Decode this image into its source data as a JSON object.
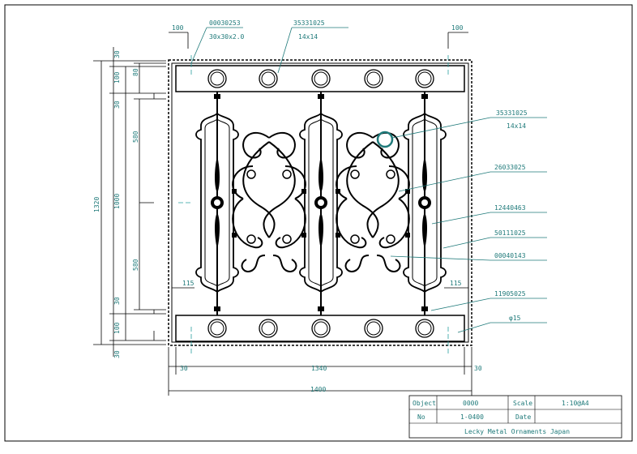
{
  "callouts": {
    "top_left_code": "00030253",
    "top_left_spec": "30x30x2.0",
    "top_mid_code": "35331025",
    "top_mid_spec": "14x14",
    "right_1_code": "35331025",
    "right_1_spec": "14x14",
    "right_2": "26033025",
    "right_3": "12440463",
    "right_4": "50111025",
    "right_5": "00040143",
    "right_6": "11905025",
    "right_7": "φ15"
  },
  "dims": {
    "top_left_offset": "100",
    "top_right_offset": "100",
    "left_30_top": "30",
    "left_100_top": "100",
    "left_80": "80",
    "left_30_mid_top": "30",
    "left_580_top": "580",
    "left_1000": "1000",
    "left_1320": "1320",
    "left_580_bottom": "580",
    "left_30_mid_bottom": "30",
    "left_100_bottom": "100",
    "left_30_bottom": "30",
    "inner_left_115": "115",
    "inner_right_115": "115",
    "bottom_30_left": "30",
    "bottom_1340": "1340",
    "bottom_30_right": "30",
    "bottom_1400": "1400"
  },
  "title_block": {
    "object_label": "Object",
    "object_value": "0000",
    "scale_label": "Scale",
    "scale_value": "1:10@A4",
    "no_label": "No",
    "no_value": "1-0400",
    "date_label": "Date",
    "date_value": "",
    "company": "Lecky Metal Ornaments Japan"
  },
  "colors": {
    "drawing": "#000000",
    "annotation": "#1f7a7a",
    "centerline": "#2aa0a0"
  }
}
